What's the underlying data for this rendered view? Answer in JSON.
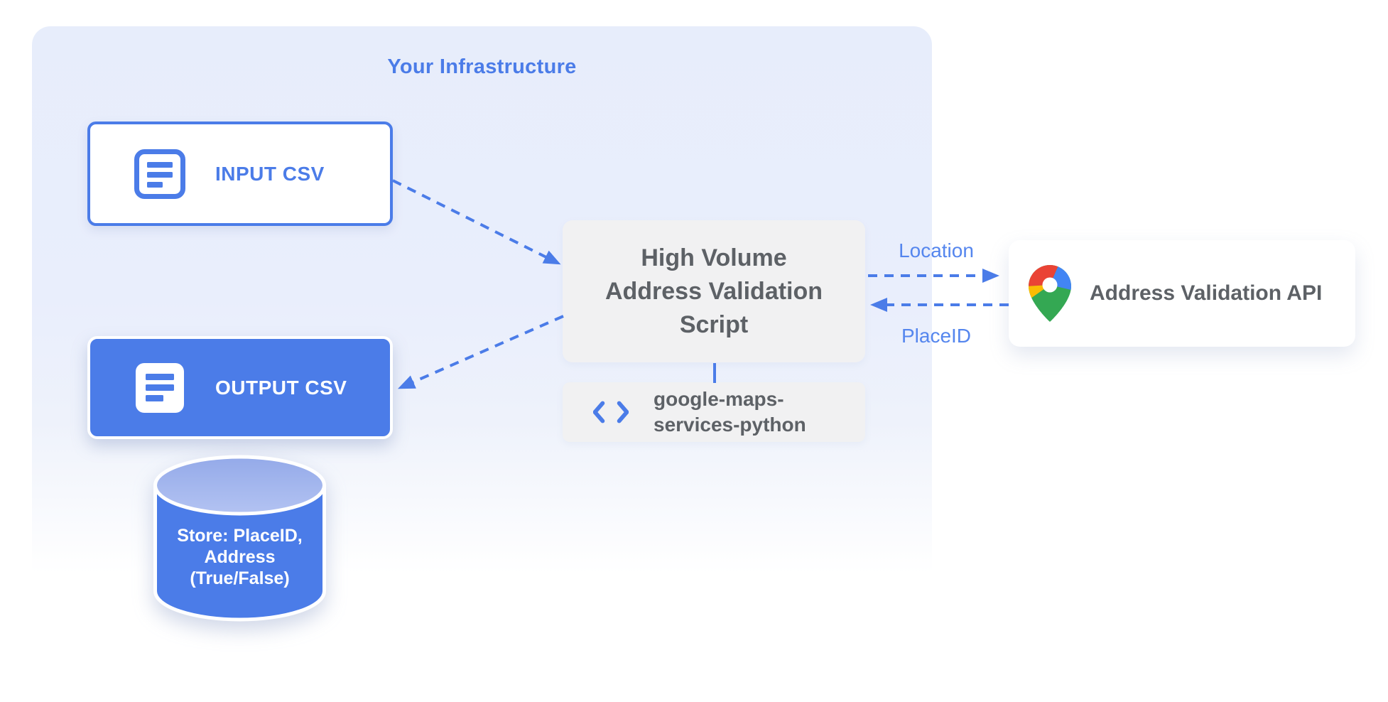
{
  "infrastructure": {
    "label": "Your Infrastructure"
  },
  "input_csv": {
    "label": "INPUT CSV",
    "icon": "document-icon"
  },
  "output_csv": {
    "label": "OUTPUT CSV",
    "icon": "document-icon"
  },
  "datastore": {
    "line1": "Store: PlaceID,",
    "line2": "Address",
    "line3": "(True/False)"
  },
  "script": {
    "line1": "High Volume",
    "line2": "Address Validation",
    "line3": "Script"
  },
  "library": {
    "line1": "google-maps-",
    "line2": "services-python",
    "icon": "code-icon"
  },
  "api": {
    "label": "Address Validation API",
    "icon": "google-maps-pin-icon"
  },
  "flows": {
    "location_label": "Location",
    "placeid_label": "PlaceID"
  },
  "colors": {
    "accent": "#4b7ce8",
    "label_blue": "#5586ee",
    "container_bg": "#e8edfb",
    "box_gray": "#f1f1f2",
    "text_gray": "#5d6166",
    "pin_blue": "#4285f4",
    "pin_red": "#ea4335",
    "pin_yellow": "#fbbc04",
    "pin_green": "#34a853",
    "cylinder_top_light": "#94aae9",
    "cylinder_top_lighter": "#b3c3f2"
  }
}
